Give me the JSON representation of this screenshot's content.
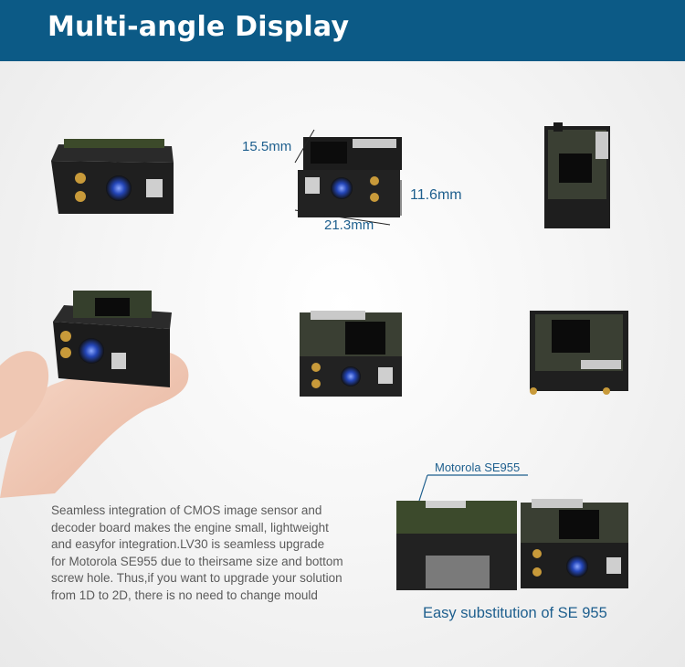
{
  "header": {
    "title": "Multi-angle Display"
  },
  "dimensions": {
    "depth": "15.5mm",
    "height": "11.6mm",
    "width": "21.3mm"
  },
  "description": [
    "Seamless integration of CMOS image sensor and",
    "decoder board makes the engine small, lightweight",
    "and easyfor integration.LV30 is seamless upgrade",
    "for Motorola SE955 due to theirsame size and bottom",
    "screw hole. Thus,if you want to upgrade your solution",
    "from 1D to 2D, there is no need to change mould"
  ],
  "comparison": {
    "label": "Motorola SE955",
    "caption": "Easy substitution of SE 955"
  },
  "colors": {
    "header_bg": "#0c5a86",
    "accent_text": "#1e5f8e",
    "body_text": "#5b5b5b"
  }
}
